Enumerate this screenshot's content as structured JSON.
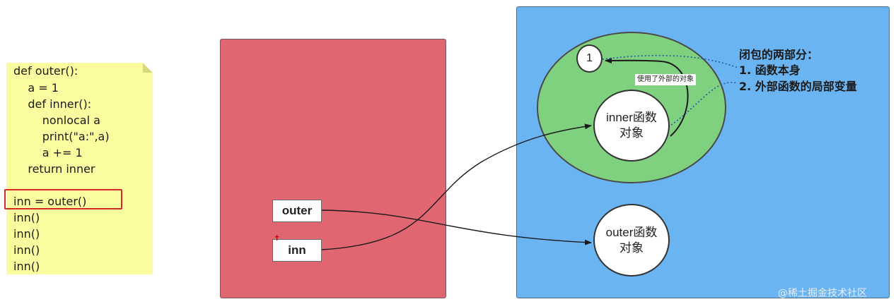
{
  "code": {
    "lines": [
      "def outer():",
      "    a = 1",
      "    def inner():",
      "        nonlocal a",
      "        print(\"a:\",a)",
      "        a += 1",
      "    return inner",
      "",
      "inn = outer()",
      "inn()",
      "inn()",
      "inn()",
      "inn()"
    ],
    "highlighted_line": "inn = outer()"
  },
  "stack": {
    "vars": [
      "outer",
      "inn"
    ]
  },
  "heap": {
    "value_one": "1",
    "inner_object": [
      "inner函数",
      "对象"
    ],
    "outer_object": [
      "outer函数",
      "对象"
    ],
    "arrow_label": "使用了外部的对象"
  },
  "notes": {
    "title": "闭包的两部分：",
    "items": [
      "1. 函数本身",
      "2. 外部函数的局部变量"
    ]
  },
  "watermark": "@稀土掘金技术社区",
  "colors": {
    "note": "#fbfb9f",
    "stack": "#e06672",
    "heap": "#6bb4f2",
    "closure": "#7fd07f",
    "highlight": "#d62828",
    "dotted_link": "#1f5aa6"
  }
}
